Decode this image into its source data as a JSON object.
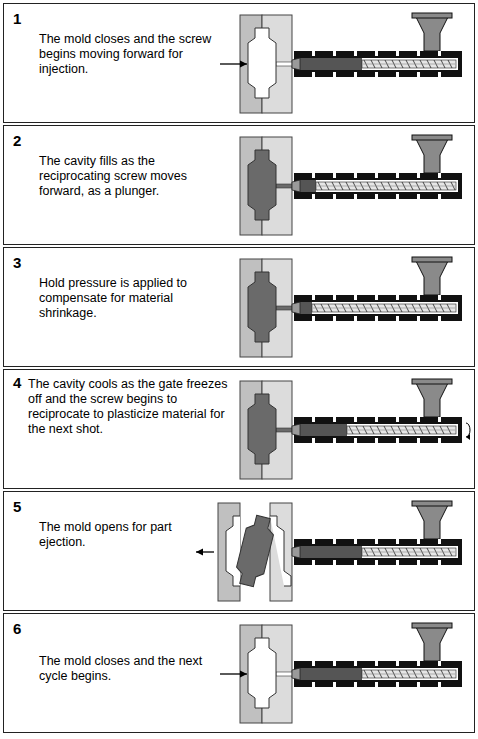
{
  "diagram": {
    "nodes": [
      {
        "text": [
          "1",
          "The mold closes and the screw begins moving forward for injection."
        ]
      },
      {
        "text": [
          "2",
          "The cavity fills as the reciprocating screw moves forward, as a plunger."
        ]
      },
      {
        "text": [
          "3",
          "Hold pressure is applied to compensate for material shrinkage."
        ]
      },
      {
        "text": [
          "4",
          "The cavity cools as the gate freezes off and the screw begins to reciprocate to plasticize material for the next shot."
        ]
      },
      {
        "text": [
          "5",
          "The mold opens for part ejection."
        ]
      },
      {
        "text": [
          "6",
          "The mold closes and the next cycle begins."
        ]
      }
    ]
  }
}
